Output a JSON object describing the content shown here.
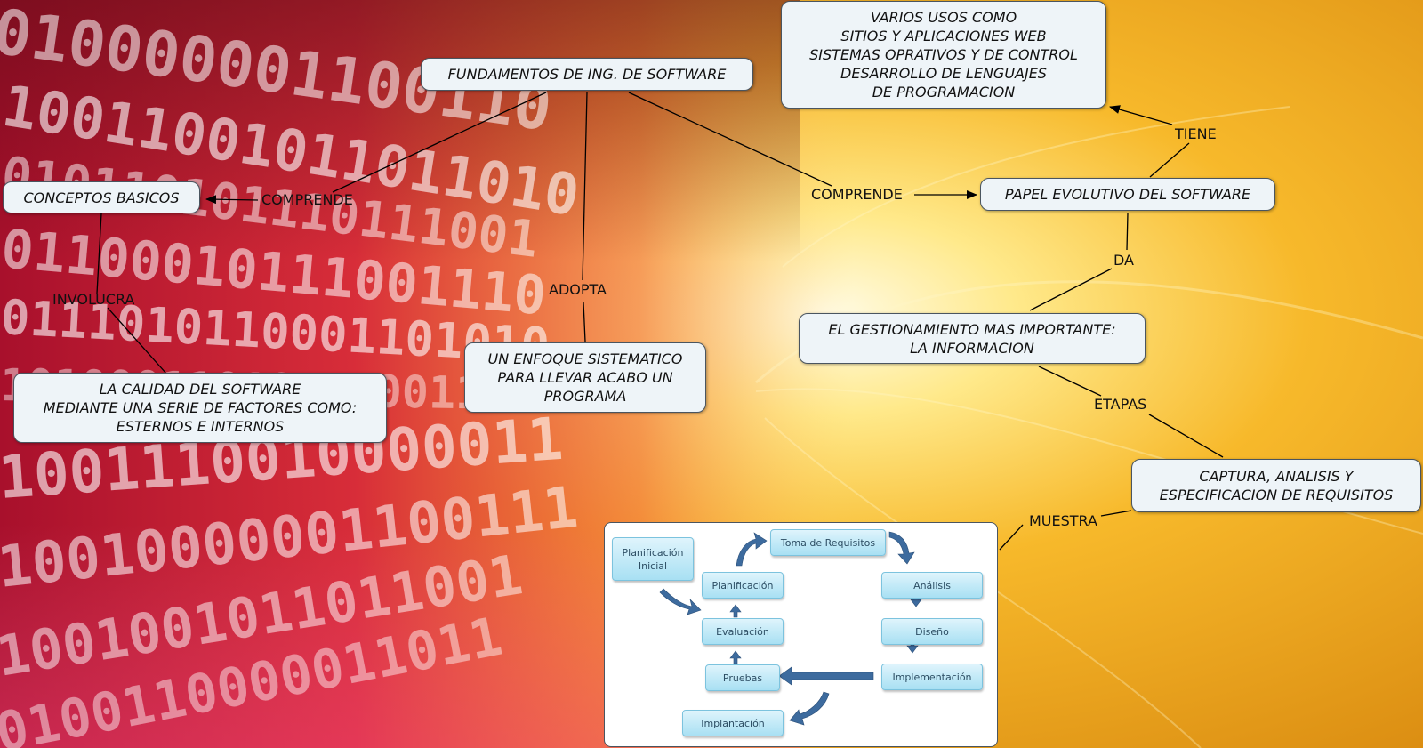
{
  "nodes": {
    "fundamentos": "FUNDAMENTOS DE ING. DE SOFTWARE",
    "varios_usos": "VARIOS USOS COMO\nSITIOS Y APLICACIONES WEB\nSISTEMAS OPRATIVOS Y DE CONTROL\nDESARROLLO DE LENGUAJES\nDE PROGRAMACION",
    "conceptos": "CONCEPTOS BASICOS",
    "papel": "PAPEL EVOLUTIVO DEL SOFTWARE",
    "gestionamiento": "EL GESTIONAMIENTO MAS IMPORTANTE:\nLA INFORMACION",
    "enfoque": "UN ENFOQUE SISTEMATICO\nPARA LLEVAR ACABO UN\nPROGRAMA",
    "calidad": "LA CALIDAD DEL SOFTWARE\nMEDIANTE UNA SERIE DE FACTORES COMO:\nESTERNOS E INTERNOS",
    "captura": "CAPTURA, ANALISIS Y\nESPECIFICACION DE REQUISITOS"
  },
  "links": {
    "tiene": "TIENE",
    "comprende_left": "COMPRENDE",
    "comprende_right": "COMPRENDE",
    "da": "DA",
    "involucra": "INVOLUCRA",
    "adopta": "ADOPTA",
    "etapas": "ETAPAS",
    "muestra": "MUESTRA"
  },
  "cycle": {
    "planificacion_inicial": "Planificación\nInicial",
    "toma_requisitos": "Toma de Requisitos",
    "planificacion": "Planificación",
    "analisis": "Análisis",
    "evaluacion": "Evaluación",
    "diseno": "Diseño",
    "pruebas": "Pruebas",
    "implementacion": "Implementación",
    "implantacion": "Implantación"
  },
  "colors": {
    "node_fill": "#eef4f8",
    "node_border": "#4a5560",
    "step_fill": "#a8e0f3",
    "arrow_blue": "#3d6b9e",
    "binary_text": "#ffffff"
  }
}
